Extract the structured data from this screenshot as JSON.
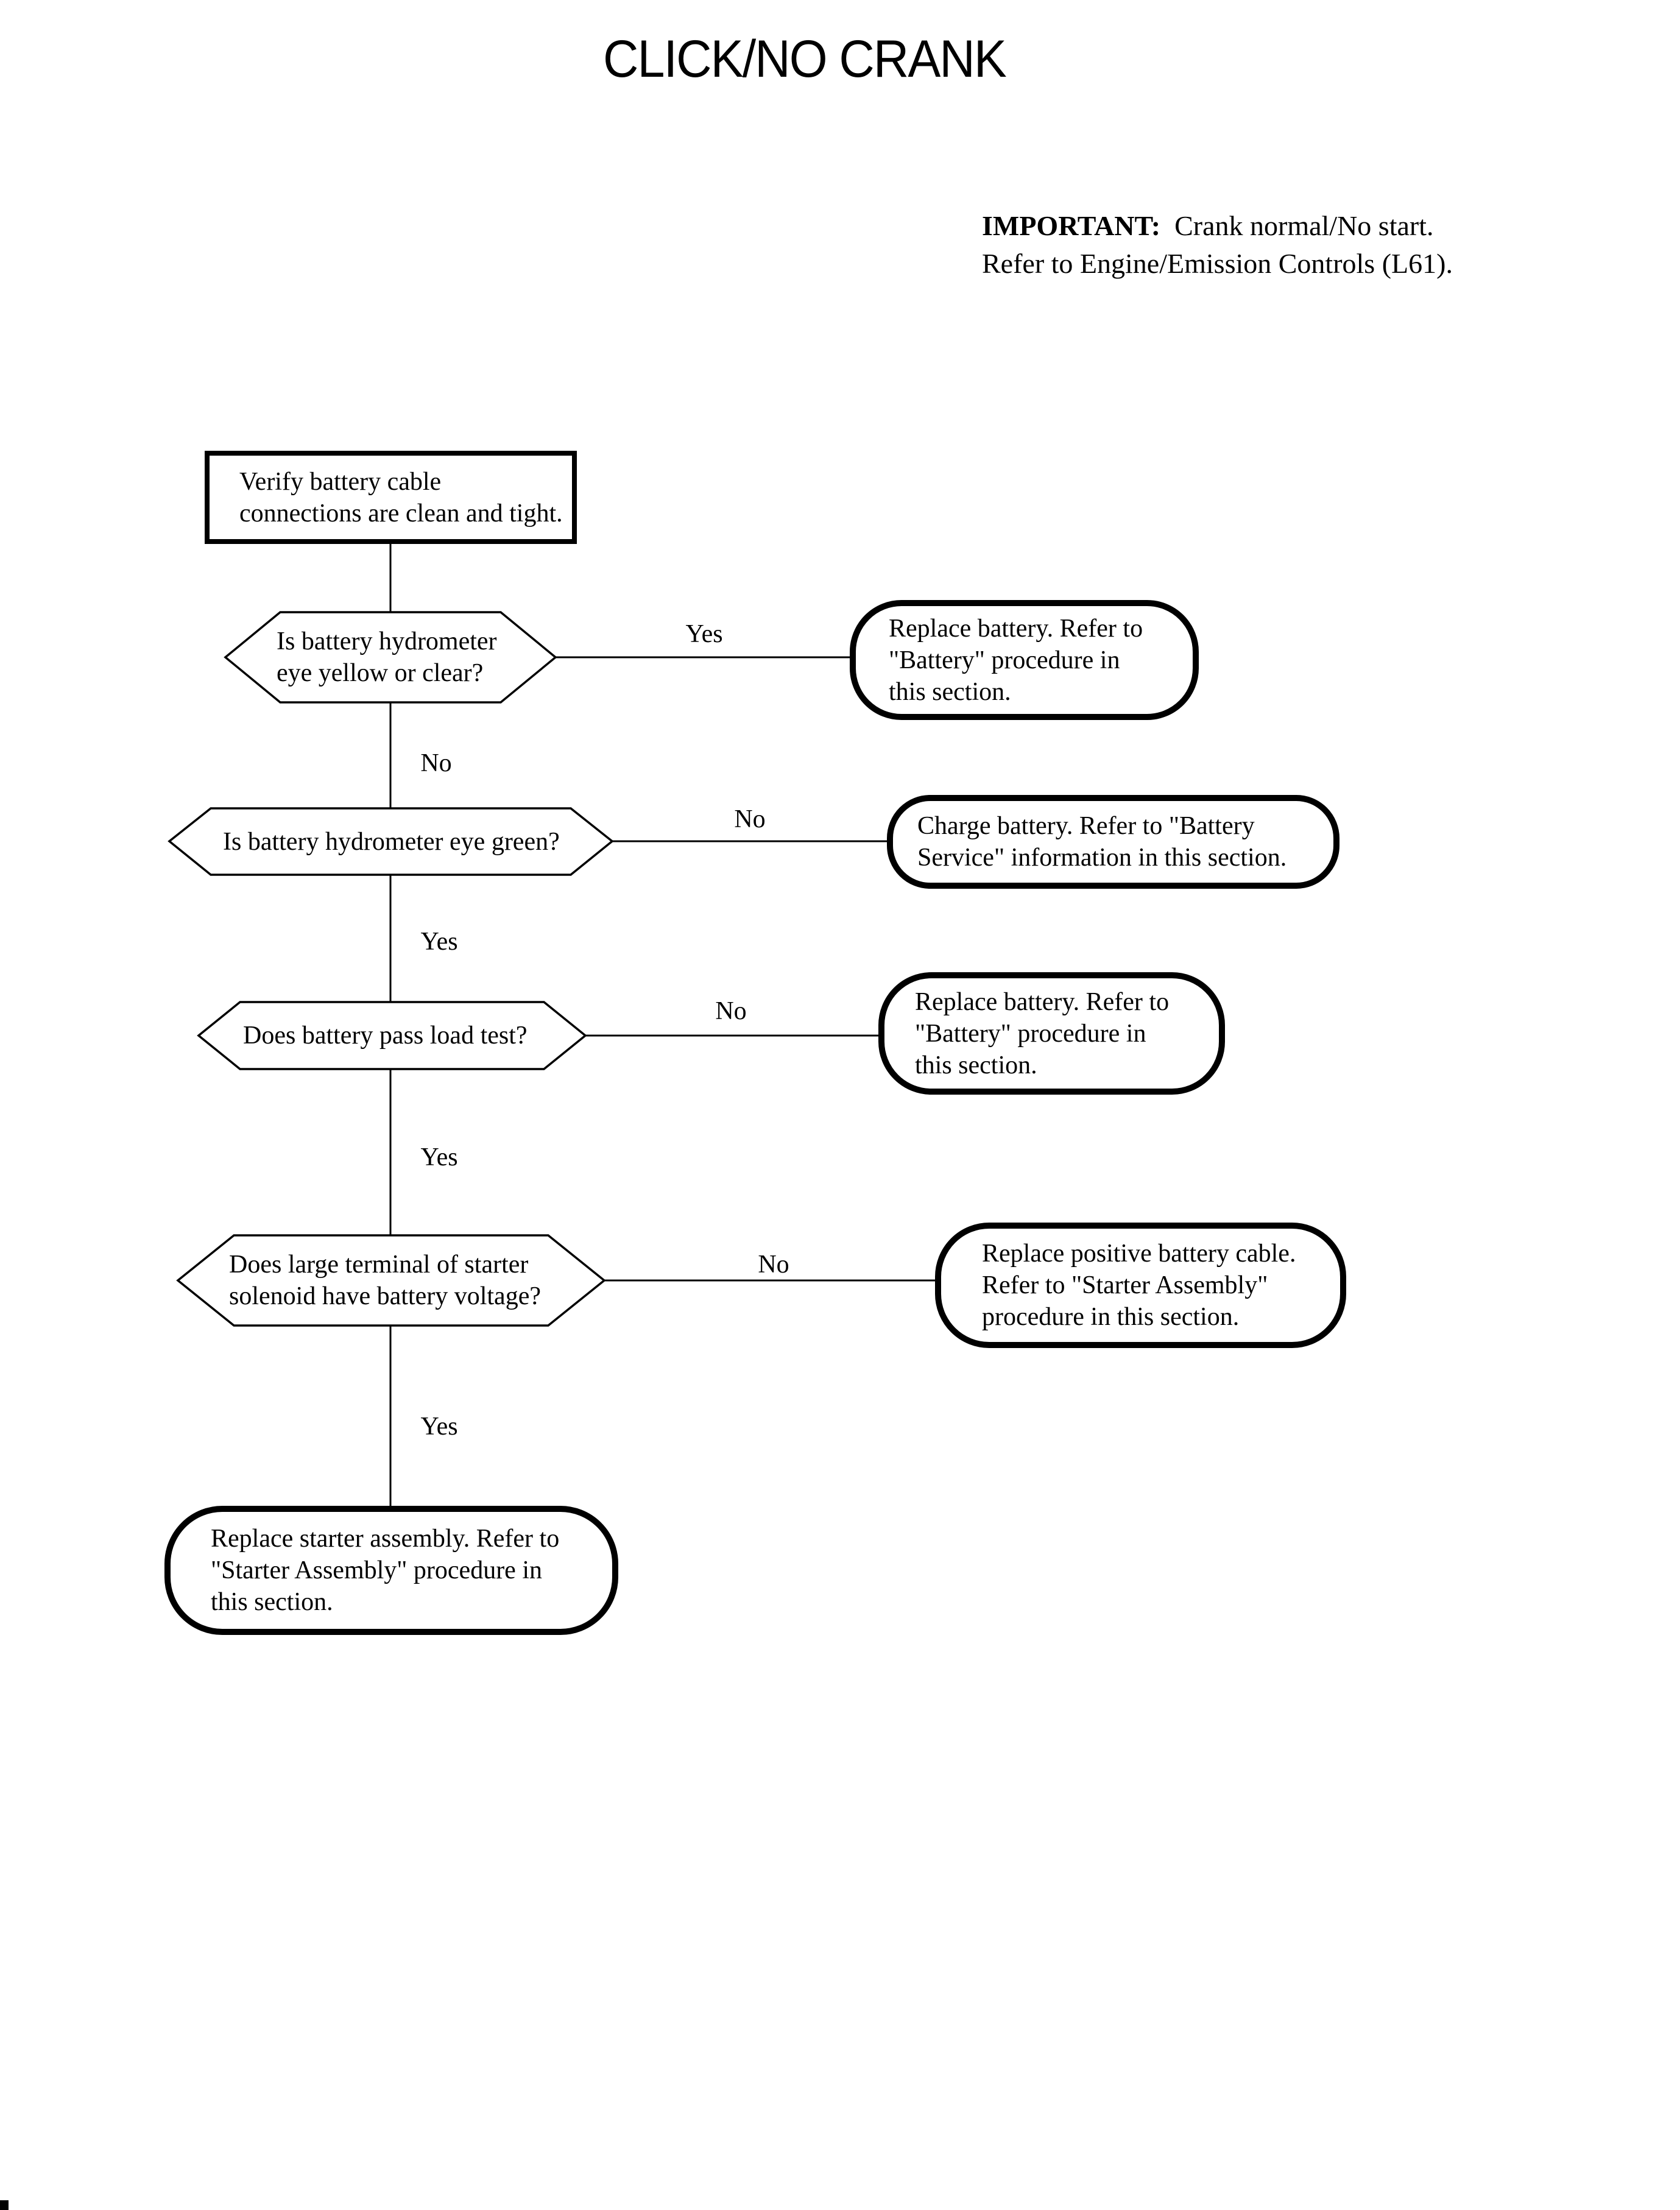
{
  "page": {
    "background": "#ffffff",
    "ink": "#000000"
  },
  "title": "CLICK/NO CRANK",
  "important_note": {
    "label": "IMPORTANT:",
    "line1": "Crank normal/No start.",
    "line2": "Refer to Engine/Emission Controls (L61)."
  },
  "nodes": {
    "start": {
      "type": "process",
      "lines": [
        "Verify battery cable",
        "connections are clean and tight."
      ]
    },
    "q1": {
      "type": "decision",
      "lines": [
        "Is battery hydrometer",
        "eye yellow or clear?"
      ]
    },
    "a1": {
      "type": "terminal",
      "lines": [
        "Replace battery. Refer to",
        "\"Battery\" procedure in",
        "this section."
      ]
    },
    "q2": {
      "type": "decision",
      "lines": [
        "Is battery hydrometer eye green?"
      ]
    },
    "a2": {
      "type": "terminal",
      "lines": [
        "Charge battery. Refer to \"Battery",
        "Service\" information in this section."
      ]
    },
    "q3": {
      "type": "decision",
      "lines": [
        "Does battery pass load test?"
      ]
    },
    "a3": {
      "type": "terminal",
      "lines": [
        "Replace battery. Refer to",
        "\"Battery\" procedure in",
        "this section."
      ]
    },
    "q4": {
      "type": "decision",
      "lines": [
        "Does large terminal of starter",
        "solenoid have battery voltage?"
      ]
    },
    "a4": {
      "type": "terminal",
      "lines": [
        "Replace positive battery cable.",
        "Refer to \"Starter Assembly\"",
        "procedure in this section."
      ]
    },
    "a5": {
      "type": "terminal",
      "lines": [
        "Replace starter assembly. Refer to",
        "\"Starter Assembly\" procedure in",
        "this section."
      ]
    }
  },
  "edges": [
    {
      "from": "start",
      "to": "q1",
      "label": ""
    },
    {
      "from": "q1",
      "to": "a1",
      "label": "Yes"
    },
    {
      "from": "q1",
      "to": "q2",
      "label": "No"
    },
    {
      "from": "q2",
      "to": "a2",
      "label": "No"
    },
    {
      "from": "q2",
      "to": "q3",
      "label": "Yes"
    },
    {
      "from": "q3",
      "to": "a3",
      "label": "No"
    },
    {
      "from": "q3",
      "to": "q4",
      "label": "Yes"
    },
    {
      "from": "q4",
      "to": "a4",
      "label": "No"
    },
    {
      "from": "q4",
      "to": "a5",
      "label": "Yes"
    }
  ]
}
